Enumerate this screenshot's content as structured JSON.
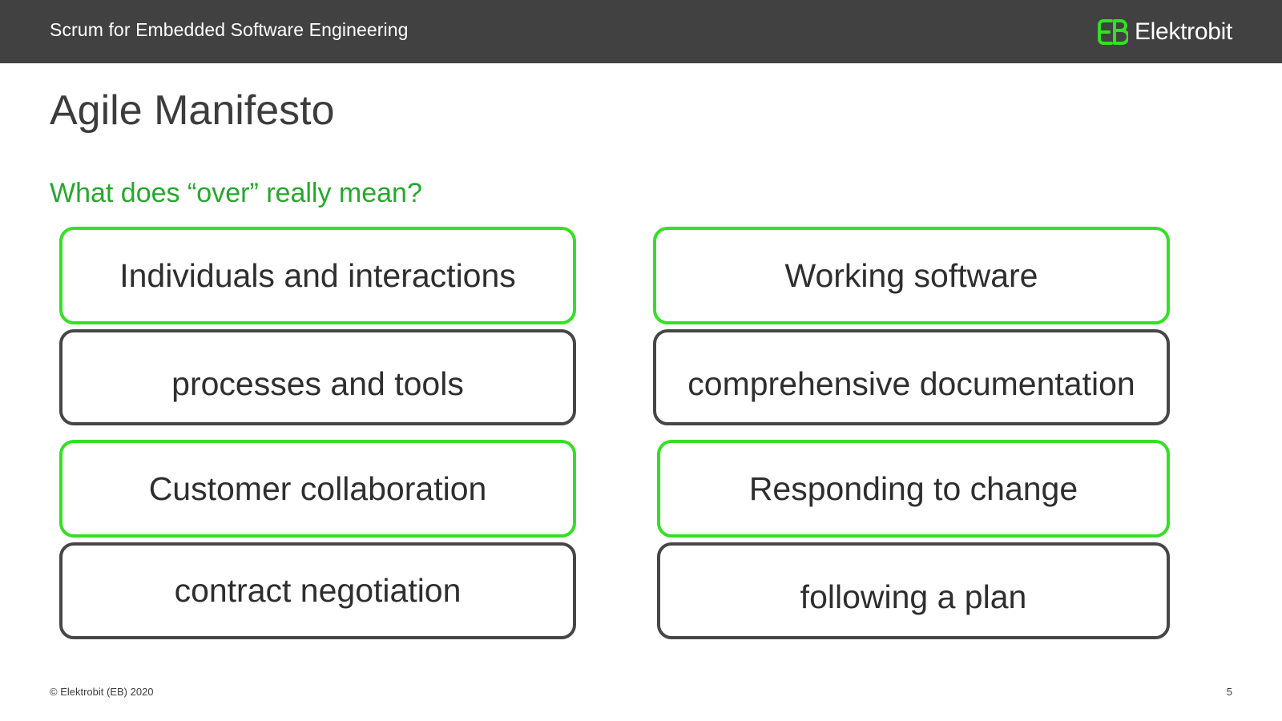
{
  "header": {
    "deck_title": "Scrum for Embedded Software Engineering",
    "logo_text": "Elektrobit",
    "logo_icon": "eb-logo-icon",
    "logo_color": "#33e023"
  },
  "slide": {
    "title": "Agile Manifesto",
    "subtitle": "What does “over” really mean?",
    "left_column": [
      {
        "text": "Individuals and interactions",
        "kind": "valued"
      },
      {
        "text": "processes and tools",
        "kind": "over"
      },
      {
        "text": "Customer collaboration",
        "kind": "valued"
      },
      {
        "text": "contract negotiation",
        "kind": "over"
      }
    ],
    "right_column": [
      {
        "text": "Working software",
        "kind": "valued"
      },
      {
        "text": "comprehensive documentation",
        "kind": "over"
      },
      {
        "text": "Responding to change",
        "kind": "valued"
      },
      {
        "text": "following a plan",
        "kind": "over"
      }
    ]
  },
  "colors": {
    "header_bg": "#414141",
    "accent_green": "#33e023",
    "subtitle_green": "#23a92b",
    "dark_border": "#464646"
  },
  "footer": {
    "copyright": "© Elektrobit (EB) 2020",
    "page_number": "5"
  }
}
